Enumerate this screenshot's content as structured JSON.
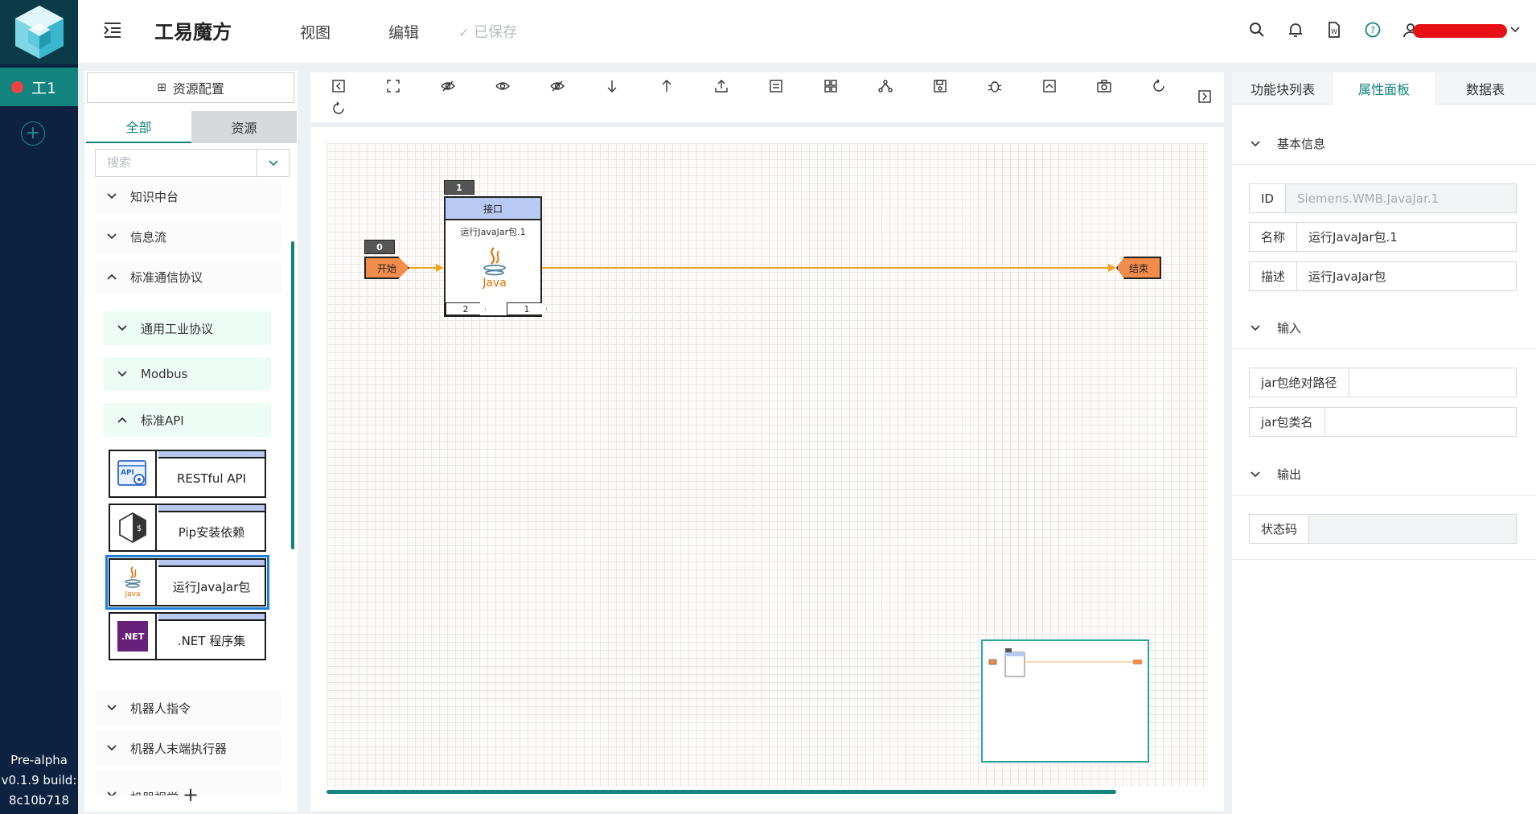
{
  "app": {
    "title": "工易魔方",
    "tab_label": "工1",
    "version": "Pre-alpha v0.1.9 build: 8c10b718"
  },
  "header": {
    "nav": [
      {
        "label": "视图"
      },
      {
        "label": "编辑"
      }
    ],
    "saved_label": "已保存"
  },
  "left": {
    "resource_button": "资源配置",
    "tabs": [
      {
        "label": "全部"
      },
      {
        "label": "资源"
      }
    ],
    "search_placeholder": "搜索",
    "categories": [
      {
        "label": "知识中台"
      },
      {
        "label": "信息流"
      },
      {
        "label": "标准通信协议"
      },
      {
        "label": "机器人指令"
      },
      {
        "label": "机器人末端执行器"
      },
      {
        "label": "机器视觉"
      }
    ],
    "subcategories": [
      {
        "label": "通用工业协议"
      },
      {
        "label": "Modbus"
      },
      {
        "label": "标准API"
      }
    ],
    "blocks": [
      {
        "label": "RESTful API",
        "icon": "api-icon"
      },
      {
        "label": "Pip安装依赖",
        "icon": "python-icon"
      },
      {
        "label": "运行JavaJar包",
        "icon": "java-icon"
      },
      {
        "label": ".NET 程序集",
        "icon": "dotnet-icon",
        "badge": ".NET"
      }
    ]
  },
  "canvas": {
    "start": {
      "number": "0",
      "label": "开始"
    },
    "function_block": {
      "number": "1",
      "header": "接口",
      "name": "运行JavaJar包.1",
      "logo_text": "Java",
      "port_left": "2",
      "port_right": "1"
    },
    "end": {
      "label": "结束"
    }
  },
  "right": {
    "tabs": [
      {
        "label": "功能块列表"
      },
      {
        "label": "属性面板"
      },
      {
        "label": "数据表"
      }
    ],
    "sections": {
      "basic": "基本信息",
      "input": "输入",
      "output": "输出"
    },
    "fields": {
      "id": {
        "label": "ID",
        "value": "Siemens.WMB.JavaJar.1"
      },
      "name": {
        "label": "名称",
        "value": "运行JavaJar包.1"
      },
      "desc": {
        "label": "描述",
        "value": "运行JavaJar包"
      },
      "jar_path": {
        "label": "jar包绝对路径",
        "value": ""
      },
      "jar_class": {
        "label": "jar包类名",
        "value": ""
      },
      "status": {
        "label": "状态码",
        "value": ""
      }
    }
  },
  "colors": {
    "accent": "#13837e",
    "rail": "#0c2240",
    "pill": "#f28c4a",
    "block_header": "#b8c9f2",
    "link_line": "#f5a21b"
  }
}
